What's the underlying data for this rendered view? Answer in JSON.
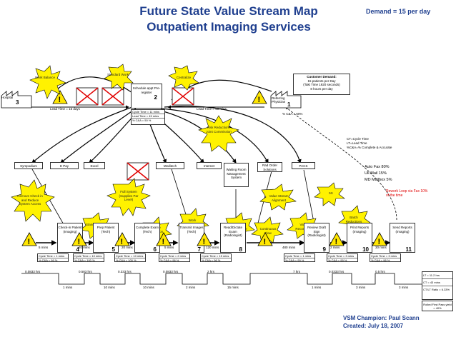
{
  "title": {
    "line1": "Future State Value Stream Map",
    "line2": "Outpatient Imaging Services"
  },
  "demand": "Demand = 15 per day",
  "customer_demand": {
    "heading": "Customer Demand:",
    "line1": "15 patients per Day",
    "line2": "(Takt Time 1920 seconds)",
    "line3": "8 hours per day"
  },
  "hospital": {
    "label": "Hospital",
    "count": "3"
  },
  "referring": {
    "label": "Referring Physician",
    "count": "1"
  },
  "lead_time_left": "Lead Time = 15 days",
  "lead_time_right": "Lead Time = 45 mins",
  "ca_top": "% C&A = 60%",
  "schedule_box": {
    "label": "Schedule appt Pre-register",
    "count": "2",
    "ct": "Cycle Time = 11 mins",
    "lt": "Lead Time = 45 mins",
    "ca": "% C&A = 50 %"
  },
  "legend": {
    "l1": "CT=Cycle Time",
    "l2": "LT=Lead Time",
    "l3": "%C&A=% Complete & Accurate"
  },
  "fax_stats": {
    "l1": "Auto Fax 80%",
    "l2": "Uk Mail 15%",
    "l3": "MD Mailbox 5%"
  },
  "rework": "Rework Loop via Fax 10% of the time",
  "systems": {
    "sympodium": "Sympodium",
    "epay": "E Pay",
    "excel": "Excel",
    "meditech": "Meditech",
    "internet": "Internet",
    "waiting": "Waiting Room Management System",
    "rad": "Rad Order Solutions",
    "pacs": "PACS"
  },
  "bursts": {
    "work_balance_top": "Work Balance",
    "standard_work_top": "Standard Work",
    "centralize": "Centralize",
    "risk": "Risk Reduction / Joint Commission",
    "remove_checkin": "Remove Check in and Reduce System Access",
    "standard_work_low": "Standard Work",
    "full_system": "Full System (Supplies Par Level)",
    "setup": "Set-up Reduction",
    "work_balancing": "Work Balancing",
    "visual": "Visual Workplace",
    "continuous": "Continuous Flow",
    "vsa": "Value Stream Alignment",
    "five_s": "5S",
    "value_rec": "Value Reconciling",
    "batch": "Batch Reductions"
  },
  "processes": [
    {
      "name": "Check-in Patient (Imaging)",
      "count": "4",
      "ct": "Cycle Time = 1 mins",
      "ca": "% C&A = 99 %"
    },
    {
      "name": "Prep Patient (Tech)",
      "count": "5",
      "ct": "Cycle Time = 10 mins",
      "ca": "% C&A = 100 %"
    },
    {
      "name": "Complete Exam (Tech)",
      "count": "6",
      "ct": "Cycle Time = 10 mins",
      "ca": "% C&A = 100 %"
    },
    {
      "name": "Transmit Images (Tech)",
      "count": "7",
      "ct": "Cycle Time = 2 mins",
      "ca": "% C&A = 96 %"
    },
    {
      "name": "Read/Dictate Exam (Radiologist)",
      "count": "8",
      "ct": "Cycle Time = 15 mins",
      "ca": "% C&A = 96 %"
    },
    {
      "name": "Review Draft Sign (Radiologist)",
      "count": "9",
      "ct": "Cycle Time = 1 mins",
      "ca": "% C&A = 99 %"
    },
    {
      "name": "Print Reports (Imaging)",
      "count": "10",
      "ct": "Cycle Time = 3 mins",
      "ca": "% C&A = 99 %"
    },
    {
      "name": "Send Reports (Imaging)",
      "count": "11",
      "ct": "Cycle Time = 3 mins",
      "ca": "% C&A = 96 %"
    }
  ],
  "waits": [
    "5 mins",
    "20 mins",
    "20 mins",
    "5 mins",
    "120 mins",
    "480 mins",
    "2 mins",
    "30 mins"
  ],
  "timeline_top": [
    "0.0833 hrs",
    "0.583 hrs",
    "0.333 hrs",
    "0.0833 hrs",
    "2 hrs",
    "7 hrs",
    "0.0333 hrs",
    "0.5 hrs"
  ],
  "timeline_bottom": [
    "1 mins",
    "10 mins",
    "10 mins",
    "2 mins",
    "15 mins",
    "1 mins",
    "3 mins",
    "3 mins"
  ],
  "summary": {
    "lt": "LT = 11.2 hrs",
    "ct": "CT = 43 mins",
    "ratio": "CT/LT Ratio = 6.33%",
    "rfp": "Rolled First Pass yield = 40%"
  },
  "champion": "VSM Champion:  Paul Scann",
  "created": "Created:  July 18, 2007"
}
